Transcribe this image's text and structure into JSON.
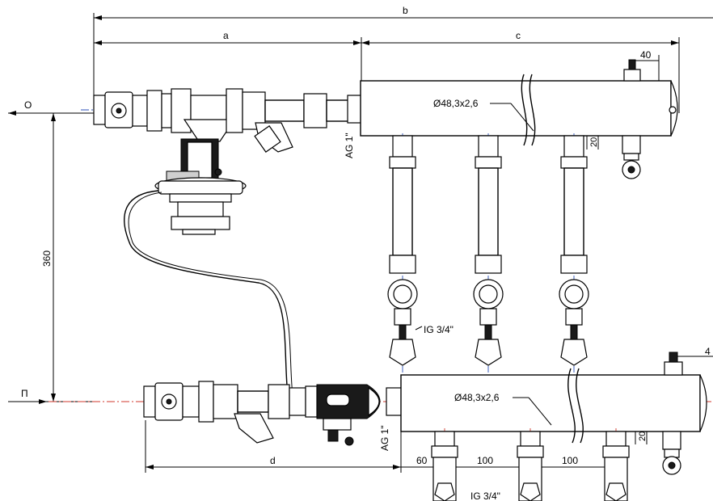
{
  "dimensions": {
    "a": "a",
    "b": "b",
    "c": "c",
    "d": "d",
    "height_360": "360",
    "top_40": "40",
    "bottom_4": "4",
    "gap_20_top": "20",
    "gap_20_bottom": "20",
    "first_offset_60": "60",
    "spacing_100_1": "100",
    "spacing_100_2": "100"
  },
  "labels": {
    "flow_out": "O",
    "flow_return": "П",
    "thread_ag_top": "AG 1\"",
    "thread_ag_bottom": "AG 1\"",
    "pipe_top": "Ø48,3x2,6",
    "pipe_bottom": "Ø48,3x2,6",
    "outlet_ig_top": "IG 3/4\"",
    "outlet_ig_bottom": "IG 3/4\""
  },
  "colors": {
    "supply_centerline": "#2b4fb8",
    "return_centerline": "#d23a2c",
    "line": "#000000"
  }
}
